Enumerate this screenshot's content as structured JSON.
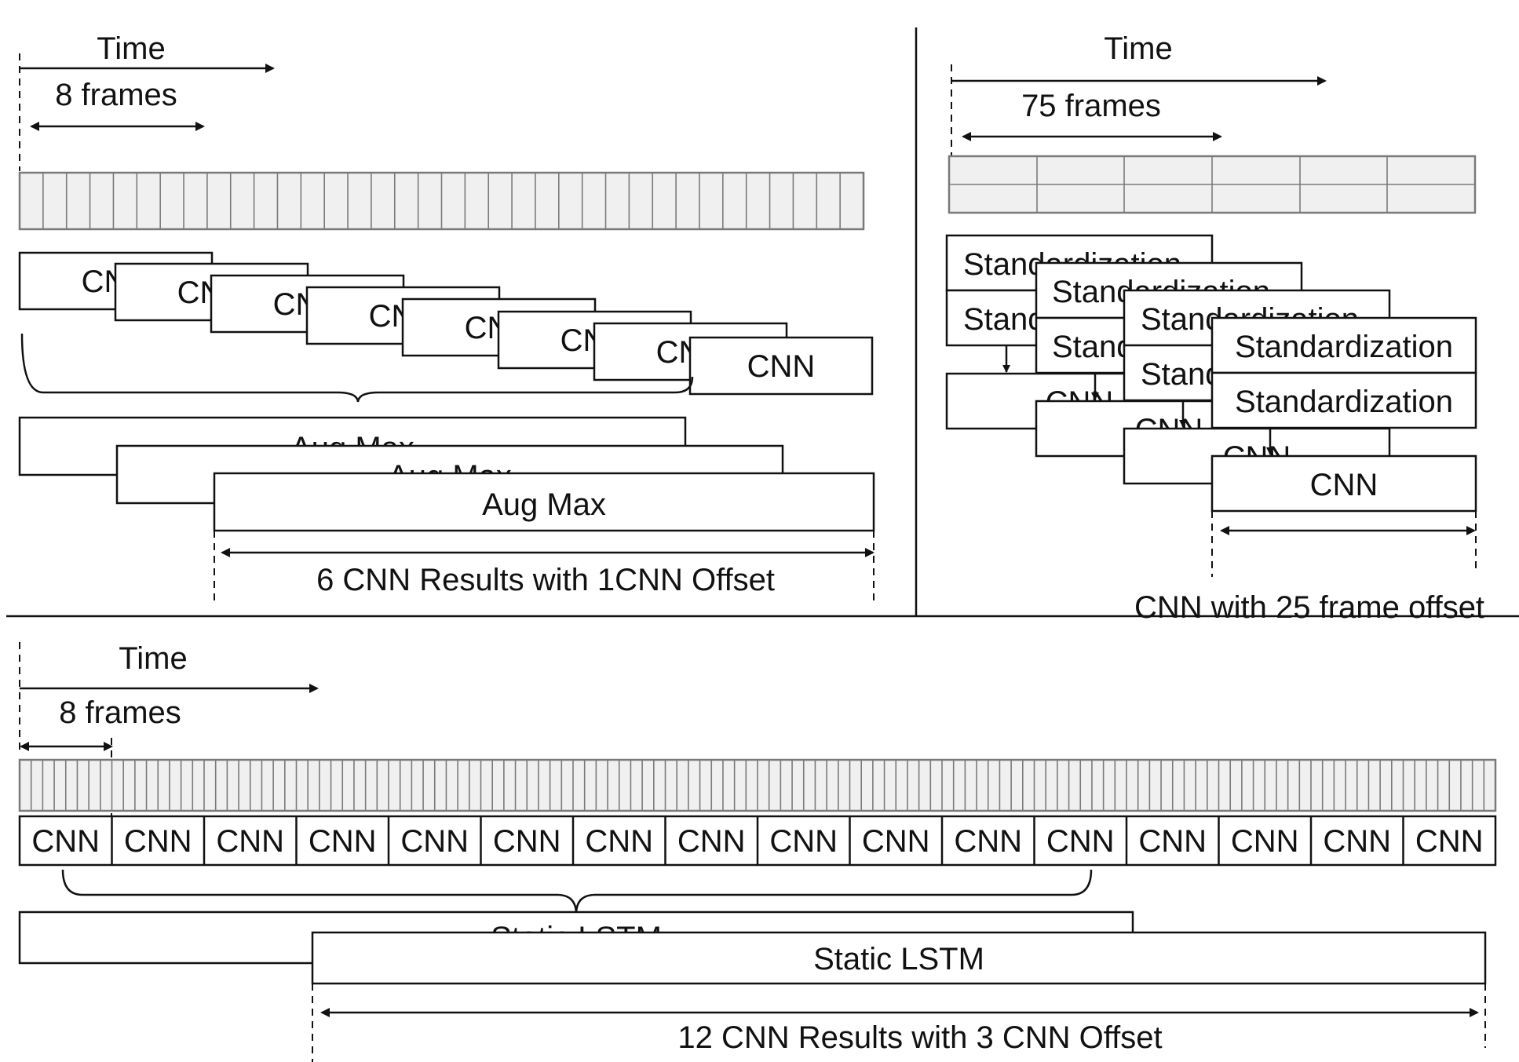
{
  "panel_a": {
    "time_label": "Time",
    "frames_label": "8 frames",
    "cnn_label": "CNN",
    "pool_label": "Aug Max",
    "result_label": "6 CNN Results with 1CNN Offset"
  },
  "panel_b": {
    "time_label": "Time",
    "frames_label": "75 frames",
    "std_label": "Standardization",
    "cnn_label": "CNN",
    "result_label": "CNN with 25 frame offset"
  },
  "panel_c": {
    "time_label": "Time",
    "frames_label": "8 frames",
    "cnn_label": "CNN",
    "lstm_label": "Static LSTM",
    "result_label": "12 CNN Results with 3 CNN Offset"
  },
  "colors": {
    "frame_fill": "#f0f0f0",
    "frame_stroke": "#7a7a7a",
    "line": "#111111"
  }
}
